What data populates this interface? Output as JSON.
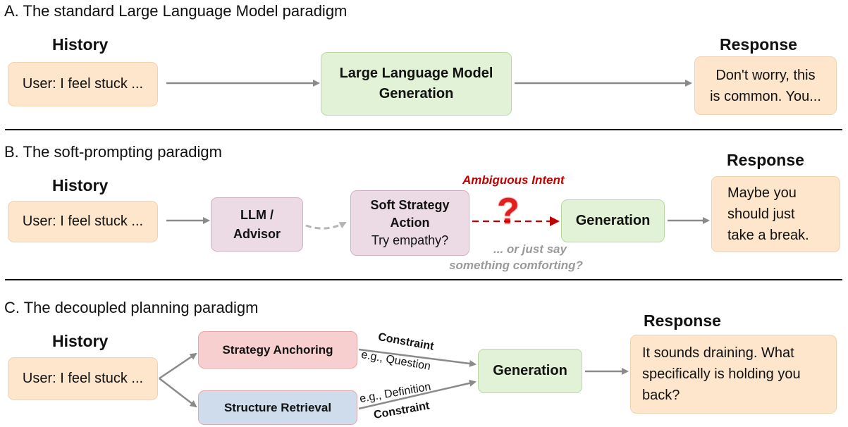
{
  "section_a": {
    "title": "A. The standard Large Language Model paradigm",
    "history_label": "History",
    "history_text": "User: I feel stuck ...",
    "llm_line1": "Large Language Model",
    "llm_line2": "Generation",
    "response_label": "Response",
    "response_line1": "Don't worry, this",
    "response_line2": "is common. You..."
  },
  "section_b": {
    "title": "B. The soft-prompting paradigm",
    "history_label": "History",
    "history_text": "User: I feel stuck ...",
    "advisor_line1": "LLM /",
    "advisor_line2": "Advisor",
    "soft_line1": "Soft Strategy",
    "soft_line2": "Action",
    "soft_line3": "Try empathy?",
    "ambiguous": "Ambiguous Intent",
    "question_mark": "?",
    "alt_line1": "... or just say",
    "alt_line2": "something comforting?",
    "generation": "Generation",
    "response_label": "Response",
    "response_line1": "Maybe you",
    "response_line2": "should just",
    "response_line3": "take a break."
  },
  "section_c": {
    "title": "C. The decoupled planning paradigm",
    "history_label": "History",
    "history_text": "User: I feel stuck ...",
    "strategy": "Strategy Anchoring",
    "structure": "Structure Retrieval",
    "constraint_top": "Constraint",
    "eg_question": "e.g., Question",
    "eg_definition": "e.g., Definition",
    "constraint_bottom": "Constraint",
    "generation": "Generation",
    "response_label": "Response",
    "response_line1": "It sounds draining. What",
    "response_line2": "specifically is holding you",
    "response_line3": "back?"
  },
  "colors": {
    "history_fill": "#fde6cc",
    "generation_fill": "#e2f2d6",
    "advisor_fill": "#ecdbe4",
    "strategy_fill": "#f7cfcf",
    "structure_fill": "#cfdcec",
    "ambiguous_red": "#c00000",
    "arrow_gray": "#8a8a8a"
  }
}
